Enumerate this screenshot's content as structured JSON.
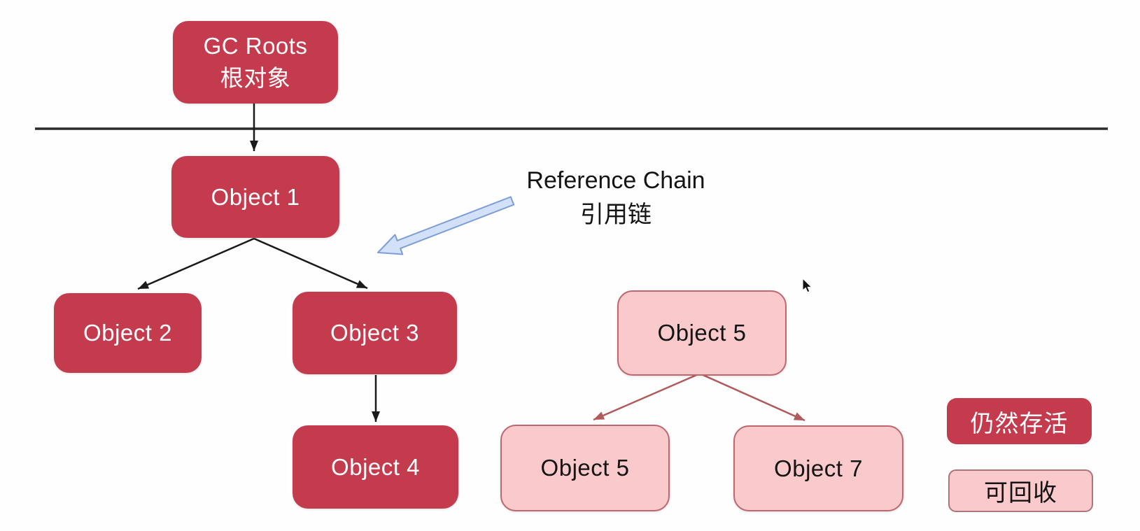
{
  "diagram": {
    "topic": "GC Roots reference chain reachability",
    "nodes": {
      "gc_roots": {
        "line1": "GC Roots",
        "line2": "根对象",
        "status": "root"
      },
      "object1": {
        "label": "Object 1",
        "status": "live"
      },
      "object2": {
        "label": "Object 2",
        "status": "live"
      },
      "object3": {
        "label": "Object 3",
        "status": "live"
      },
      "object4": {
        "label": "Object 4",
        "status": "live"
      },
      "object5_parent": {
        "label": "Object 5",
        "status": "collectible"
      },
      "object5_child": {
        "label": "Object 5",
        "status": "collectible"
      },
      "object7": {
        "label": "Object 7",
        "status": "collectible"
      }
    },
    "edges": [
      {
        "from": "gc_roots",
        "to": "object1",
        "color": "black"
      },
      {
        "from": "object1",
        "to": "object2",
        "color": "black"
      },
      {
        "from": "object1",
        "to": "object3",
        "color": "black"
      },
      {
        "from": "object3",
        "to": "object4",
        "color": "black"
      },
      {
        "from": "object5_parent",
        "to": "object5_child",
        "color": "red"
      },
      {
        "from": "object5_parent",
        "to": "object7",
        "color": "red"
      }
    ],
    "annotation": {
      "line1": "Reference Chain",
      "line2": "引用链"
    },
    "legend": {
      "alive": "仍然存活",
      "collectible": "可回收"
    }
  },
  "icons": {
    "callout_arrow": "thick-arrow-pointing-down-left",
    "cursor": "mouse-pointer-arrow"
  },
  "palette": {
    "live_fill": "#C43B4E",
    "live_text": "#FFFFFF",
    "collectible_fill": "#F9C9CC",
    "collectible_border": "#BE686D",
    "collectible_text": "#141414",
    "black_connector": "#1A1A1A",
    "red_connector": "#B2595B",
    "divider_line": "#2B2B2B",
    "callout_arrow_fill": "#D2E1F8",
    "callout_arrow_stroke": "#7E9DD9",
    "background": "#FEFEFE"
  }
}
